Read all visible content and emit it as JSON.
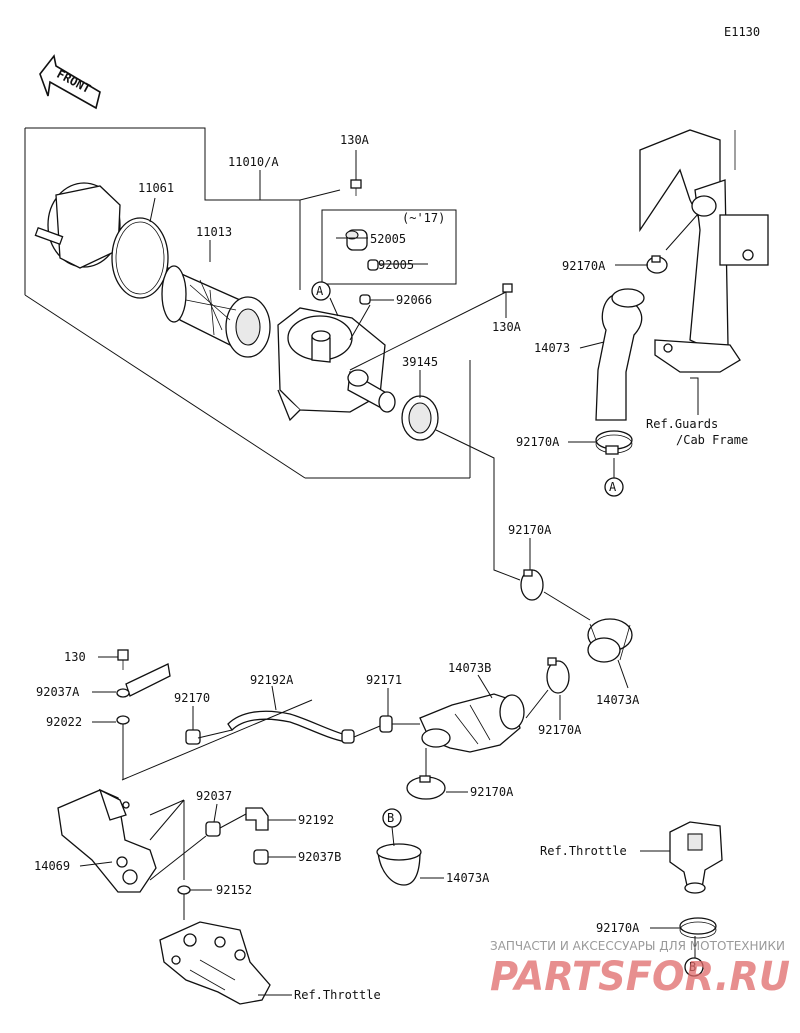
{
  "diagram_id": "E1130",
  "front_label": "FRONT",
  "labels": {
    "p130a_top": "130A",
    "p11010a": "11010/A",
    "p11061": "11061",
    "p11013": "11013",
    "year_note": "(~'17)",
    "p52005": "52005",
    "p92005": "92005",
    "p92066": "92066",
    "p130a_right": "130A",
    "p39145": "39145",
    "callout_a_box": "A",
    "p92170a_1": "92170A",
    "p14073": "14073",
    "ref_guards_1": "Ref.Guards",
    "ref_guards_2": "/Cab Frame",
    "p92170a_2": "92170A",
    "callout_a_end": "A",
    "p92170a_3": "92170A",
    "p14073a_1": "14073A",
    "p130": "130",
    "p92037a": "92037A",
    "p92022": "92022",
    "p92170": "92170",
    "p92192a": "92192A",
    "p92171": "92171",
    "p14073b": "14073B",
    "p92170a_4": "92170A",
    "p92170a_5": "92170A",
    "p92037": "92037",
    "p92192": "92192",
    "p92037b": "92037B",
    "p14069": "14069",
    "callout_b_start": "B",
    "p14073a_2": "14073A",
    "p92152": "92152",
    "ref_throttle_right": "Ref.Throttle",
    "p92170a_6": "92170A",
    "callout_b_end": "B",
    "ref_throttle_bottom": "Ref.Throttle"
  },
  "watermark": {
    "line1": "ЗАПЧАСТИ И АКСЕССУАРЫ ДЛЯ МОТОТЕХНИКИ",
    "line2": "PARTSFOR.RU"
  },
  "colors": {
    "line": "#111111",
    "watermark_red": "#e06a6a",
    "watermark_gray": "#9a9a9a"
  }
}
